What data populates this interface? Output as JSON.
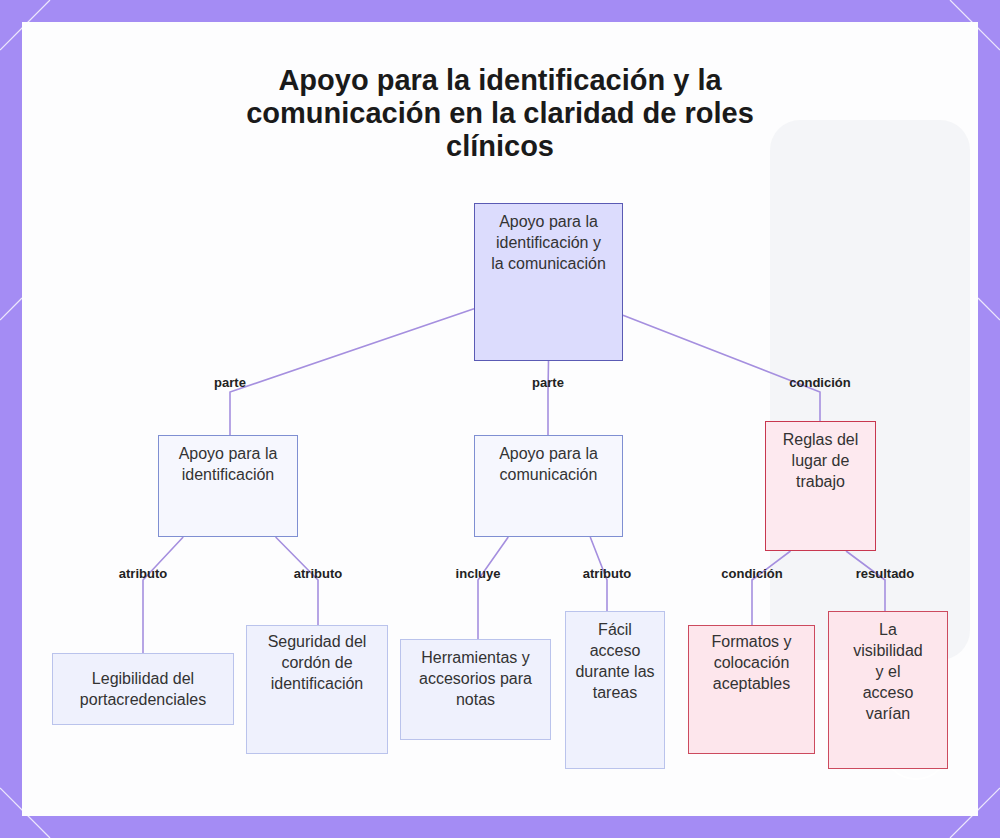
{
  "diagram": {
    "title": "Apoyo para la identificación y la comunicación en la claridad de roles clínicos",
    "nodes": [
      {
        "text": [
          "Apoyo para la identificación y la comunicación"
        ]
      },
      {
        "text": [
          "Apoyo para la identificación"
        ]
      },
      {
        "text": [
          "Apoyo para la comunicación"
        ]
      },
      {
        "text": [
          "Reglas del lugar de trabajo"
        ]
      },
      {
        "text": [
          "Legibilidad del portacredenciales"
        ]
      },
      {
        "text": [
          "Seguridad del cordón de identificación"
        ]
      },
      {
        "text": [
          "Herramientas y accesorios para notas"
        ]
      },
      {
        "text": [
          "Fácil acceso durante las tareas"
        ]
      },
      {
        "text": [
          "Formatos y colocación aceptables"
        ]
      },
      {
        "text": [
          "La visibilidad y el acceso varían"
        ]
      }
    ],
    "edges": [
      {
        "from": 0,
        "to": 1,
        "label": "parte",
        "arrow": "none"
      },
      {
        "from": 0,
        "to": 2,
        "label": "parte",
        "arrow": "none"
      },
      {
        "from": 0,
        "to": 3,
        "label": "condición",
        "arrow": "none"
      },
      {
        "from": 1,
        "to": 4,
        "label": "atributo",
        "arrow": "none"
      },
      {
        "from": 1,
        "to": 5,
        "label": "atributo",
        "arrow": "none"
      },
      {
        "from": 2,
        "to": 6,
        "label": "incluye",
        "arrow": "none"
      },
      {
        "from": 2,
        "to": 7,
        "label": "atributo",
        "arrow": "none"
      },
      {
        "from": 3,
        "to": 8,
        "label": "condición",
        "arrow": "none"
      },
      {
        "from": 3,
        "to": 9,
        "label": "resultado",
        "arrow": "none"
      }
    ]
  }
}
